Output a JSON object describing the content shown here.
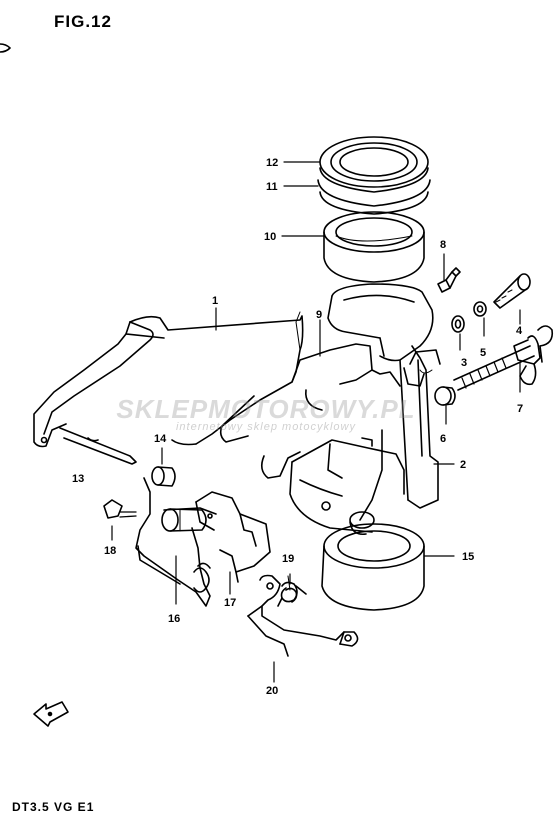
{
  "figure": {
    "title": "FIG.12",
    "model_code": "DT3.5 VG E1"
  },
  "watermark": {
    "brand": "SKLEPMOTOROWY.PL",
    "tagline": "internetowy sklep motocyklowy"
  },
  "callouts": [
    "1",
    "2",
    "3",
    "4",
    "5",
    "6",
    "7",
    "8",
    "9",
    "10",
    "11",
    "12",
    "13",
    "14",
    "15",
    "16",
    "17",
    "18",
    "19",
    "20"
  ],
  "icons": {
    "front_arrow": "front-arrow-icon"
  }
}
